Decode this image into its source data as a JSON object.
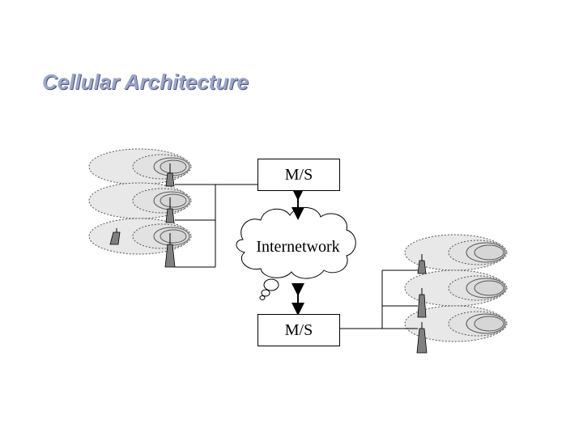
{
  "title": "Cellular Architecture",
  "nodes": {
    "ms_top": "M/S",
    "internetwork": "Internetwork",
    "ms_bottom": "M/S"
  },
  "colors": {
    "title": "#9aa6cc",
    "title_shadow": "#4b5270",
    "cell_fill": "#e6e6e6",
    "tower_fill": "#808080",
    "line": "#000000"
  },
  "icons": [
    "cell-coverage-icon",
    "cell-tower-icon",
    "mobile-phone-icon",
    "cloud-icon",
    "double-arrow-icon"
  ]
}
